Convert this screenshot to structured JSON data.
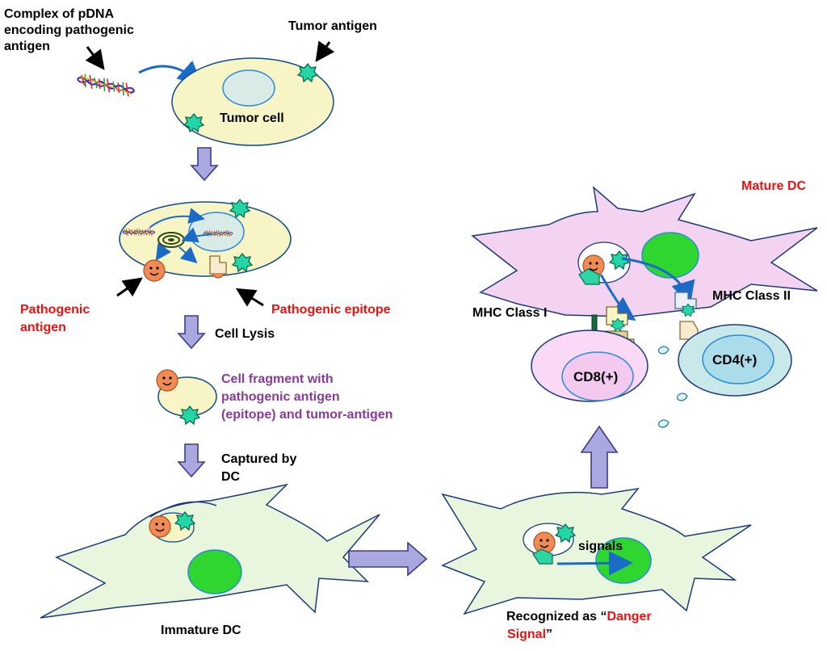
{
  "labels": {
    "pdna_complex": [
      "Complex of pDNA",
      "encoding pathogenic",
      "antigen"
    ],
    "tumor_antigen": "Tumor antigen",
    "tumor_cell": "Tumor cell",
    "pathogenic_antigen": [
      "Pathogenic",
      "antigen"
    ],
    "pathogenic_epitope": "Pathogenic epitope",
    "cell_lysis": "Cell Lysis",
    "cell_fragment": [
      "Cell fragment with",
      "pathogenic antigen",
      "(epitope) and tumor-antigen"
    ],
    "captured_by": [
      "Captured by",
      "DC"
    ],
    "immature_dc": "Immature  DC",
    "signals": "signals",
    "recognized_as": {
      "prefix": "Recognized as “",
      "emphasis_line1": "Danger",
      "emphasis_line2": "Signal",
      "suffix": "”"
    },
    "mature_dc": "Mature DC",
    "mhc_class_i": "MHC Class I",
    "mhc_class_ii": "MHC Class II",
    "cd8": "CD8(+)",
    "cd4": "CD4(+)"
  },
  "colors": {
    "label_red": "#ee1111",
    "label_purple": "#8a3a9a",
    "tumor_cell_fill": "#f7f5c6",
    "dc_fill": "#e9f6de",
    "mature_dc_fill": "#f4d3f0",
    "nucleus_green": "#2fd62f",
    "antigen_star": "#25d5a5",
    "pathogen_face": "#f08b55",
    "flow_arrow": "#a9a8df",
    "signal_arrow": "#1a6bc7"
  },
  "icons": [
    "pdna-complex-icon",
    "tumor-antigen-icon",
    "pathogenic-antigen-icon",
    "ribosome-icon",
    "receptor-icon",
    "tcr-icon"
  ]
}
